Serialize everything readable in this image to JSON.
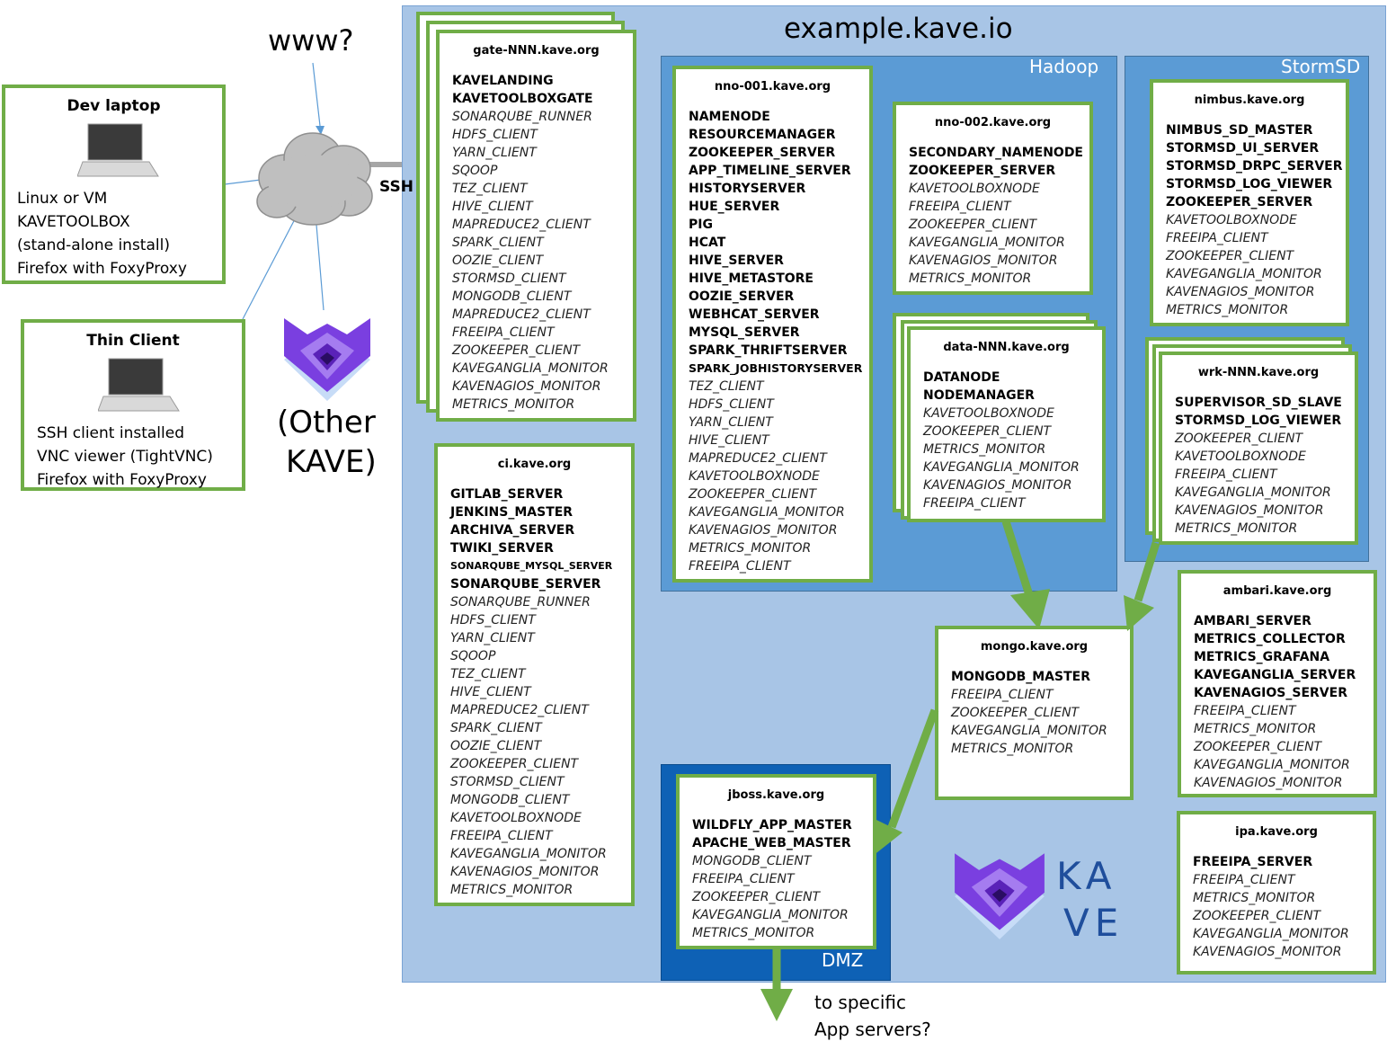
{
  "www_label": "www?",
  "ssh_label": "SSH",
  "domain_title": "example.kave.io",
  "other_kave": [
    "(Other",
    "KAVE)"
  ],
  "dmz_exit": [
    "to specific",
    "App servers?"
  ],
  "zones": {
    "hadoop": "Hadoop",
    "stormsd": "StormSD",
    "dmz": "DMZ"
  },
  "logo_text": [
    "KA",
    "VE"
  ],
  "colors": {
    "node_border": "#70ad47",
    "domain_bg": "#a8c5e6",
    "zone_bg": "#5b9bd5",
    "dmz_bg": "#0e61b5",
    "arrow": "#70ad47"
  },
  "clients": {
    "dev": {
      "title": "Dev laptop",
      "lines": [
        "Linux or VM",
        "KAVETOOLBOX",
        "(stand-alone install)",
        "Firefox with FoxyProxy"
      ]
    },
    "thin": {
      "title": "Thin Client",
      "lines": [
        "SSH client installed",
        "VNC viewer (TightVNC)",
        "Firefox with FoxyProxy"
      ]
    }
  },
  "nodes": {
    "gate": {
      "title": "gate-NNN.kave.org",
      "services": [
        {
          "t": "KAVELANDING",
          "s": "b"
        },
        {
          "t": "KAVETOOLBOXGATE",
          "s": "b"
        },
        {
          "t": "SONARQUBE_RUNNER",
          "s": "i"
        },
        {
          "t": "HDFS_CLIENT",
          "s": "i"
        },
        {
          "t": "YARN_CLIENT",
          "s": "i"
        },
        {
          "t": "SQOOP",
          "s": "i"
        },
        {
          "t": "TEZ_CLIENT",
          "s": "i"
        },
        {
          "t": "HIVE_CLIENT",
          "s": "i"
        },
        {
          "t": "MAPREDUCE2_CLIENT",
          "s": "i"
        },
        {
          "t": "SPARK_CLIENT",
          "s": "i"
        },
        {
          "t": "OOZIE_CLIENT",
          "s": "i"
        },
        {
          "t": "STORMSD_CLIENT",
          "s": "i"
        },
        {
          "t": "MONGODB_CLIENT",
          "s": "i"
        },
        {
          "t": "MAPREDUCE2_CLIENT",
          "s": "i"
        },
        {
          "t": "FREEIPA_CLIENT",
          "s": "i"
        },
        {
          "t": "ZOOKEEPER_CLIENT",
          "s": "i"
        },
        {
          "t": "KAVEGANGLIA_MONITOR",
          "s": "i"
        },
        {
          "t": "KAVENAGIOS_MONITOR",
          "s": "i"
        },
        {
          "t": "METRICS_MONITOR",
          "s": "i"
        }
      ]
    },
    "ci": {
      "title": "ci.kave.org",
      "services": [
        {
          "t": "GITLAB_SERVER",
          "s": "b"
        },
        {
          "t": "JENKINS_MASTER",
          "s": "b"
        },
        {
          "t": "ARCHIVA_SERVER",
          "s": "b"
        },
        {
          "t": "TWIKI_SERVER",
          "s": "b"
        },
        {
          "t": "SONARQUBE_MYSQL_SERVER",
          "s": "bs"
        },
        {
          "t": "SONARQUBE_SERVER",
          "s": "b"
        },
        {
          "t": "SONARQUBE_RUNNER",
          "s": "i"
        },
        {
          "t": "HDFS_CLIENT",
          "s": "i"
        },
        {
          "t": "YARN_CLIENT",
          "s": "i"
        },
        {
          "t": "SQOOP",
          "s": "i"
        },
        {
          "t": "TEZ_CLIENT",
          "s": "i"
        },
        {
          "t": "HIVE_CLIENT",
          "s": "i"
        },
        {
          "t": "MAPREDUCE2_CLIENT",
          "s": "i"
        },
        {
          "t": "SPARK_CLIENT",
          "s": "i"
        },
        {
          "t": "OOZIE_CLIENT",
          "s": "i"
        },
        {
          "t": "ZOOKEEPER_CLIENT",
          "s": "i"
        },
        {
          "t": "STORMSD_CLIENT",
          "s": "i"
        },
        {
          "t": "MONGODB_CLIENT",
          "s": "i"
        },
        {
          "t": "KAVETOOLBOXNODE",
          "s": "i"
        },
        {
          "t": "FREEIPA_CLIENT",
          "s": "i"
        },
        {
          "t": "KAVEGANGLIA_MONITOR",
          "s": "i"
        },
        {
          "t": "KAVENAGIOS_MONITOR",
          "s": "i"
        },
        {
          "t": "METRICS_MONITOR",
          "s": "i"
        }
      ]
    },
    "nno001": {
      "title": "nno-001.kave.org",
      "services": [
        {
          "t": "NAMENODE",
          "s": "b"
        },
        {
          "t": "RESOURCEMANAGER",
          "s": "b"
        },
        {
          "t": "ZOOKEEPER_SERVER",
          "s": "b"
        },
        {
          "t": "APP_TIMELINE_SERVER",
          "s": "b"
        },
        {
          "t": "HISTORYSERVER",
          "s": "b"
        },
        {
          "t": "HUE_SERVER",
          "s": "b"
        },
        {
          "t": "PIG",
          "s": "b"
        },
        {
          "t": "HCAT",
          "s": "b"
        },
        {
          "t": "HIVE_SERVER",
          "s": "b"
        },
        {
          "t": "HIVE_METASTORE",
          "s": "b"
        },
        {
          "t": "OOZIE_SERVER",
          "s": "b"
        },
        {
          "t": "WEBHCAT_SERVER",
          "s": "b"
        },
        {
          "t": "MYSQL_SERVER",
          "s": "b"
        },
        {
          "t": "SPARK_THRIFTSERVER",
          "s": "b"
        },
        {
          "t": "SPARK_JOBHISTORYSERVER",
          "s": "bs2"
        },
        {
          "t": "TEZ_CLIENT",
          "s": "i"
        },
        {
          "t": "HDFS_CLIENT",
          "s": "i"
        },
        {
          "t": "YARN_CLIENT",
          "s": "i"
        },
        {
          "t": "HIVE_CLIENT",
          "s": "i"
        },
        {
          "t": "MAPREDUCE2_CLIENT",
          "s": "i"
        },
        {
          "t": "KAVETOOLBOXNODE",
          "s": "i"
        },
        {
          "t": "ZOOKEEPER_CLIENT",
          "s": "i"
        },
        {
          "t": "KAVEGANGLIA_MONITOR",
          "s": "i"
        },
        {
          "t": "KAVENAGIOS_MONITOR",
          "s": "i"
        },
        {
          "t": "METRICS_MONITOR",
          "s": "i"
        },
        {
          "t": "FREEIPA_CLIENT",
          "s": "i"
        }
      ]
    },
    "nno002": {
      "title": "nno-002.kave.org",
      "services": [
        {
          "t": "SECONDARY_NAMENODE",
          "s": "b"
        },
        {
          "t": "ZOOKEEPER_SERVER",
          "s": "b"
        },
        {
          "t": "KAVETOOLBOXNODE",
          "s": "i"
        },
        {
          "t": "FREEIPA_CLIENT",
          "s": "i"
        },
        {
          "t": "ZOOKEEPER_CLIENT",
          "s": "i"
        },
        {
          "t": "KAVEGANGLIA_MONITOR",
          "s": "i"
        },
        {
          "t": "KAVENAGIOS_MONITOR",
          "s": "i"
        },
        {
          "t": "METRICS_MONITOR",
          "s": "i"
        }
      ]
    },
    "data": {
      "title": "data-NNN.kave.org",
      "services": [
        {
          "t": "DATANODE",
          "s": "b"
        },
        {
          "t": "NODEMANAGER",
          "s": "b"
        },
        {
          "t": "KAVETOOLBOXNODE",
          "s": "i"
        },
        {
          "t": "ZOOKEEPER_CLIENT",
          "s": "i"
        },
        {
          "t": "METRICS_MONITOR",
          "s": "i"
        },
        {
          "t": "KAVEGANGLIA_MONITOR",
          "s": "i"
        },
        {
          "t": "KAVENAGIOS_MONITOR",
          "s": "i"
        },
        {
          "t": "FREEIPA_CLIENT",
          "s": "i"
        }
      ]
    },
    "nimbus": {
      "title": "nimbus.kave.org",
      "services": [
        {
          "t": "NIMBUS_SD_MASTER",
          "s": "b"
        },
        {
          "t": "STORMSD_UI_SERVER",
          "s": "b"
        },
        {
          "t": "STORMSD_DRPC_SERVER",
          "s": "b"
        },
        {
          "t": "STORMSD_LOG_VIEWER",
          "s": "b"
        },
        {
          "t": "ZOOKEEPER_SERVER",
          "s": "b"
        },
        {
          "t": "KAVETOOLBOXNODE",
          "s": "i"
        },
        {
          "t": "FREEIPA_CLIENT",
          "s": "i"
        },
        {
          "t": "ZOOKEEPER_CLIENT",
          "s": "i"
        },
        {
          "t": "KAVEGANGLIA_MONITOR",
          "s": "i"
        },
        {
          "t": "KAVENAGIOS_MONITOR",
          "s": "i"
        },
        {
          "t": "METRICS_MONITOR",
          "s": "i"
        }
      ]
    },
    "wrk": {
      "title": "wrk-NNN.kave.org",
      "services": [
        {
          "t": "SUPERVISOR_SD_SLAVE",
          "s": "b"
        },
        {
          "t": "STORMSD_LOG_VIEWER",
          "s": "b"
        },
        {
          "t": "ZOOKEEPER_CLIENT",
          "s": "i"
        },
        {
          "t": "KAVETOOLBOXNODE",
          "s": "i"
        },
        {
          "t": "FREEIPA_CLIENT",
          "s": "i"
        },
        {
          "t": "KAVEGANGLIA_MONITOR",
          "s": "i"
        },
        {
          "t": "KAVENAGIOS_MONITOR",
          "s": "i"
        },
        {
          "t": "METRICS_MONITOR",
          "s": "i"
        }
      ]
    },
    "mongo": {
      "title": "mongo.kave.org",
      "services": [
        {
          "t": "MONGODB_MASTER",
          "s": "b"
        },
        {
          "t": "FREEIPA_CLIENT",
          "s": "i"
        },
        {
          "t": "ZOOKEEPER_CLIENT",
          "s": "i"
        },
        {
          "t": "KAVEGANGLIA_MONITOR",
          "s": "i"
        },
        {
          "t": "METRICS_MONITOR",
          "s": "i"
        }
      ]
    },
    "ambari": {
      "title": "ambari.kave.org",
      "services": [
        {
          "t": "AMBARI_SERVER",
          "s": "b"
        },
        {
          "t": "METRICS_COLLECTOR",
          "s": "b"
        },
        {
          "t": "METRICS_GRAFANA",
          "s": "b"
        },
        {
          "t": "KAVEGANGLIA_SERVER",
          "s": "b"
        },
        {
          "t": "KAVENAGIOS_SERVER",
          "s": "b"
        },
        {
          "t": "FREEIPA_CLIENT",
          "s": "i"
        },
        {
          "t": "METRICS_MONITOR",
          "s": "i"
        },
        {
          "t": "ZOOKEEPER_CLIENT",
          "s": "i"
        },
        {
          "t": "KAVEGANGLIA_MONITOR",
          "s": "i"
        },
        {
          "t": "KAVENAGIOS_MONITOR",
          "s": "i"
        }
      ]
    },
    "ipa": {
      "title": "ipa.kave.org",
      "services": [
        {
          "t": "FREEIPA_SERVER",
          "s": "b"
        },
        {
          "t": "FREEIPA_CLIENT",
          "s": "i"
        },
        {
          "t": "METRICS_MONITOR",
          "s": "i"
        },
        {
          "t": "ZOOKEEPER_CLIENT",
          "s": "i"
        },
        {
          "t": "KAVEGANGLIA_MONITOR",
          "s": "i"
        },
        {
          "t": "KAVENAGIOS_MONITOR",
          "s": "i"
        }
      ]
    },
    "jboss": {
      "title": "jboss.kave.org",
      "services": [
        {
          "t": "WILDFLY_APP_MASTER",
          "s": "b"
        },
        {
          "t": "APACHE_WEB_MASTER",
          "s": "b"
        },
        {
          "t": "MONGODB_CLIENT",
          "s": "i"
        },
        {
          "t": "FREEIPA_CLIENT",
          "s": "i"
        },
        {
          "t": "ZOOKEEPER_CLIENT",
          "s": "i"
        },
        {
          "t": "KAVEGANGLIA_MONITOR",
          "s": "i"
        },
        {
          "t": "METRICS_MONITOR",
          "s": "i"
        }
      ]
    }
  }
}
